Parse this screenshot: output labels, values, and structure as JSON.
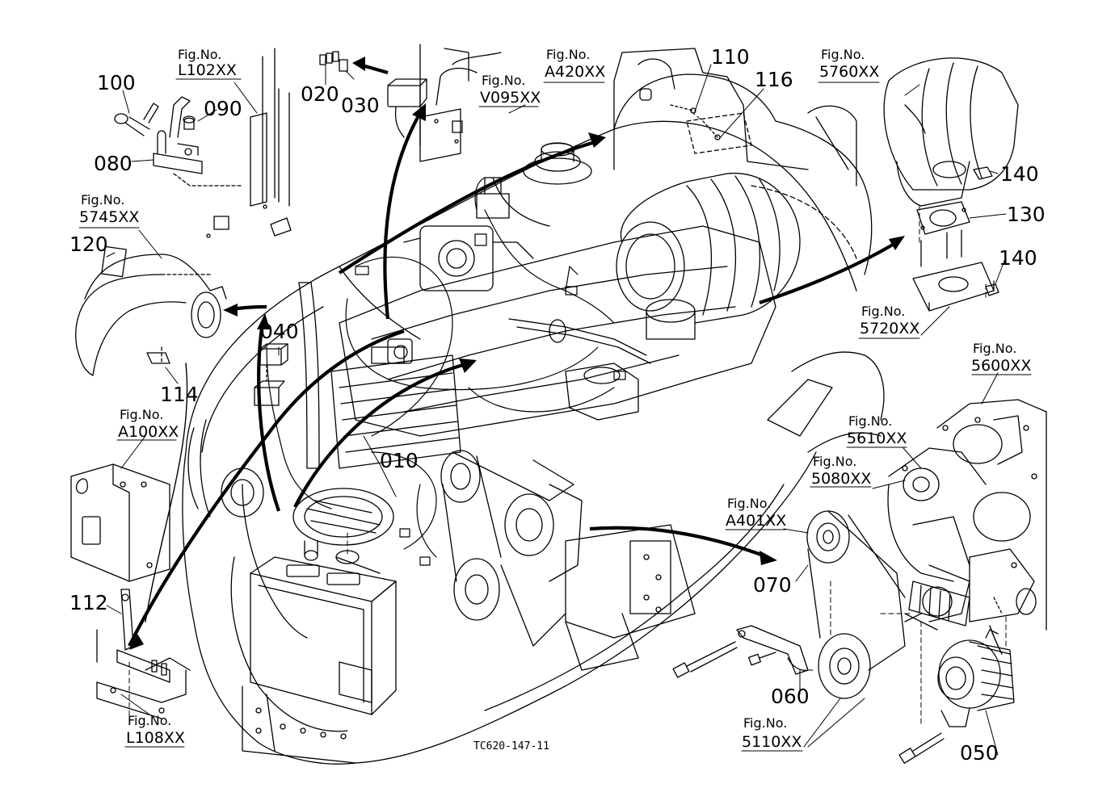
{
  "drawing": {
    "code": "TC620-147-11",
    "figure_prefix": "Fig.No.",
    "figure_refs": {
      "L102": "L102XX",
      "V095": "V095XX",
      "A420": "A420XX",
      "5760": "5760XX",
      "5745": "5745XX",
      "5720": "5720XX",
      "5600": "5600XX",
      "5610": "5610XX",
      "5080": "5080XX",
      "A100": "A100XX",
      "A401": "A401XX",
      "5110": "5110XX",
      "L108": "L108XX"
    },
    "part_numbers": {
      "p010": "010",
      "p020": "020",
      "p030": "030",
      "p040": "040",
      "p050": "050",
      "p060": "060",
      "p070": "070",
      "p080": "080",
      "p090": "090",
      "p100": "100",
      "p110": "110",
      "p112": "112",
      "p114": "114",
      "p116": "116",
      "p120": "120",
      "p130": "130",
      "p140a": "140",
      "p140b": "140"
    }
  }
}
